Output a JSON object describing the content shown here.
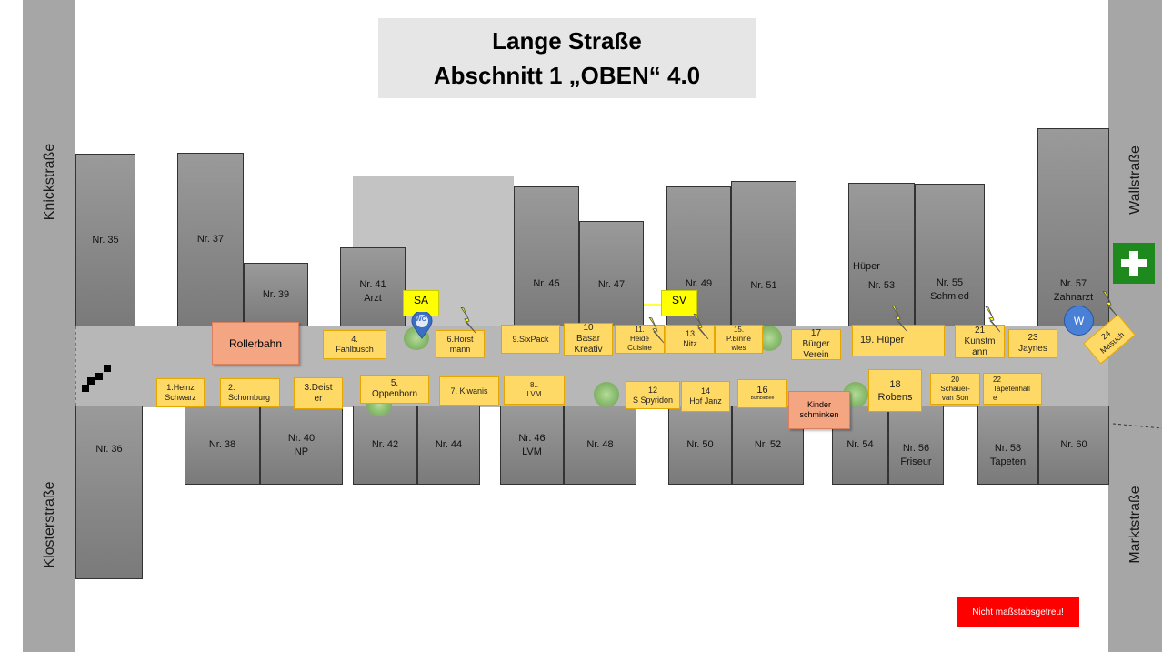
{
  "title": {
    "line1": "Lange Straße",
    "line2": "Abschnitt 1 „OBEN“  4.0"
  },
  "streets": {
    "knick": "Knickstraße",
    "wall": "Wallstraße",
    "kloster": "Klosterstraße",
    "markt": "Marktstraße"
  },
  "buildings_top": {
    "nr35": "Nr. 35",
    "nr37": "Nr. 37",
    "nr39": "Nr. 39",
    "nr41": "Nr. 41\nArzt",
    "nr45": "Nr. 45",
    "nr47": "Nr. 47",
    "nr49": "Nr. 49",
    "nr51": "Nr. 51",
    "nr53": "Nr. 53",
    "nr53_owner": "Hüper",
    "nr55": "Nr. 55\nSchmied",
    "nr57": "Nr. 57\nZahnarzt"
  },
  "buildings_bottom": {
    "nr36": "Nr. 36",
    "nr38": "Nr. 38",
    "nr40": "Nr. 40\nNP",
    "nr42": "Nr. 42",
    "nr44": "Nr. 44",
    "nr46": "Nr. 46\nLVM",
    "nr48": "Nr. 48",
    "nr50": "Nr. 50",
    "nr52": "Nr. 52",
    "nr54": "Nr. 54",
    "nr56": "Nr. 56\nFriseur",
    "nr58": "Nr. 58\nTapeten",
    "nr60": "Nr. 60"
  },
  "stands_top": {
    "s4": "4.\nFahlbusch",
    "s6": "6.Horst\nmann",
    "s9": "9.SixPack",
    "s10": "10\nBasar\nKreativ",
    "s11": "11.\nHeide\nCuisine",
    "s13": "13\nNitz",
    "s15": "15.\nP.Binne\nwies",
    "s17": "17\nBürger\nVerein",
    "s19": "19. Hüper",
    "s21": "21\nKunstm\nann",
    "s23": "23\nJaynes",
    "s24": "24\nMasuch"
  },
  "stands_bottom": {
    "s1": "1.Heinz\nSchwarz",
    "s2": "2.\nSchomburg",
    "s3": "3.Deist\ner",
    "s5": "5.\nOppenborn",
    "s7": "7. Kiwanis",
    "s8": "8..\nLVM",
    "s12": "12\nS Spyridon",
    "s14": "14\nHof Janz",
    "s16_num": "16",
    "s16_name": "BumbleBee",
    "s18": "18\nRobens",
    "s20": "20\nSchauer-\nvan Son",
    "s22": "22\nTapetenhall\ne"
  },
  "specials": {
    "rollerbahn": "Rollerbahn",
    "kinder": "Kinder\nschminken",
    "sa": "SA",
    "sv": "SV",
    "wc": "WC",
    "w": "W"
  },
  "note": "Nicht maßstabsgetreu!",
  "colors": {
    "stand": "#ffd966",
    "salmon": "#f4a582",
    "road": "#b7b7b7",
    "note": "#ff0000",
    "firstaid": "#1e8a1e",
    "water": "#4a7fd6"
  }
}
